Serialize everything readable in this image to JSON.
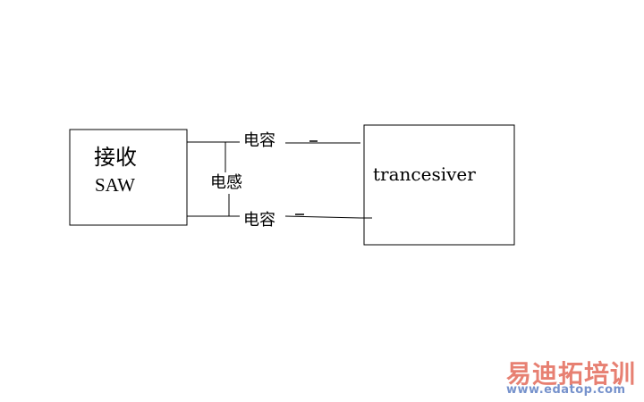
{
  "blocks": {
    "saw_title": "接收",
    "saw_label": "SAW",
    "transceiver_label": "trancesiver"
  },
  "components": {
    "capacitor_top": "电容",
    "capacitor_bottom": "电容",
    "inductor": "电感"
  },
  "watermark": {
    "brand": "易迪拓培训",
    "url": "www.edatop.com"
  }
}
